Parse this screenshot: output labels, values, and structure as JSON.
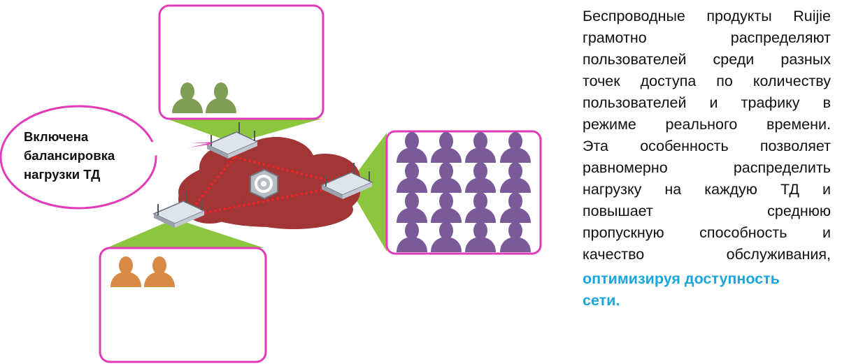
{
  "callout": {
    "line1": "Включена",
    "line2": "балансировка",
    "line3": "нагрузки ТД"
  },
  "description": {
    "lines": [
      "Беспроводные продукты Ruijie",
      "грамотно распределяют",
      "пользователей среди разных",
      "точек доступа по количеству",
      "пользователей и трафику в",
      "режиме реального времени.",
      "Эта особенность позволяет",
      "равномерно распределить",
      "нагрузку на каждую ТД и",
      "повышает среднюю",
      "пропускную способность и",
      "качество обслуживания,"
    ],
    "emphasis_line1": "оптимизируя доступность",
    "emphasis_line2": "сети."
  },
  "groups": {
    "top": {
      "users": 2,
      "color": "#7f9e55"
    },
    "right": {
      "users": 16,
      "color": "#7a5a99"
    },
    "bottom": {
      "users": 2,
      "color": "#d98a44"
    }
  },
  "colors": {
    "box_border": "#e23bb8",
    "cone": "#8cc63f",
    "cloud": "#a23535",
    "link": "#ff2020",
    "emphasis": "#1aa6dc"
  },
  "icons": {
    "access_point": "access-point-icon",
    "controller": "controller-icon",
    "user": "user-icon"
  }
}
